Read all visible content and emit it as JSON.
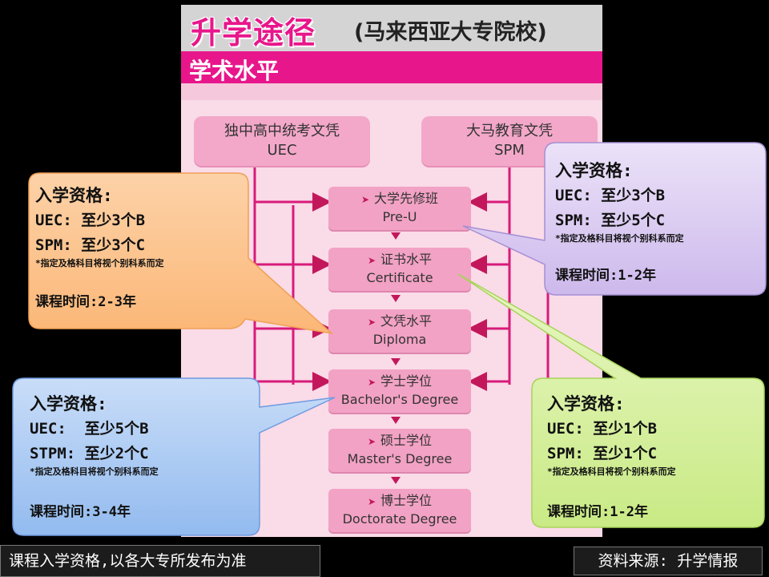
{
  "header": {
    "title": "升学途径",
    "subtitle": "(马来西亚大专院校)",
    "level": "学术水平"
  },
  "qualifications": [
    {
      "cn": "独中高中统考文凭",
      "en": "UEC"
    },
    {
      "cn": "大马教育文凭",
      "en": "SPM"
    }
  ],
  "stages": [
    {
      "cn": "大学先修班",
      "en": "Pre-U"
    },
    {
      "cn": "证书水平",
      "en": "Certificate"
    },
    {
      "cn": "文凭水平",
      "en": "Diploma"
    },
    {
      "cn": "学士学位",
      "en": "Bachelor's Degree"
    },
    {
      "cn": "硕士学位",
      "en": "Master's Degree"
    },
    {
      "cn": "博士学位",
      "en": "Doctorate Degree"
    }
  ],
  "callouts": {
    "diploma": {
      "heading": "入学资格:",
      "line1": "UEC: 至少3个B",
      "line2": "SPM: 至少3个C",
      "note": "*指定及格科目将视个别科系而定",
      "duration": "课程时间:2-3年",
      "color": "#fbb777"
    },
    "preu": {
      "heading": "入学资格:",
      "line1": "UEC: 至少3个B",
      "line2": "SPM: 至少5个C",
      "note": "*指定及格科目将视个别科系而定",
      "duration": "课程时间:1-2年",
      "color": "#d9c8f0"
    },
    "degree": {
      "heading": "入学资格:",
      "line1": "UEC:  至少5个B",
      "line2": "STPM: 至少2个C",
      "note": "*指定及格科目将视个别科系而定",
      "duration": "课程时间:3-4年",
      "color": "#a7c8f2"
    },
    "certificate": {
      "heading": "入学资格:",
      "line1": "UEC: 至少1个B",
      "line2": "SPM: 至少1个C",
      "note": "*指定及格科目将视个别科系而定",
      "duration": "课程时间:1-2年",
      "color": "#d3ef9a"
    }
  },
  "footer": {
    "left": "课程入学资格,以各大专所发布为准",
    "right": "资料来源: 升学情报"
  }
}
